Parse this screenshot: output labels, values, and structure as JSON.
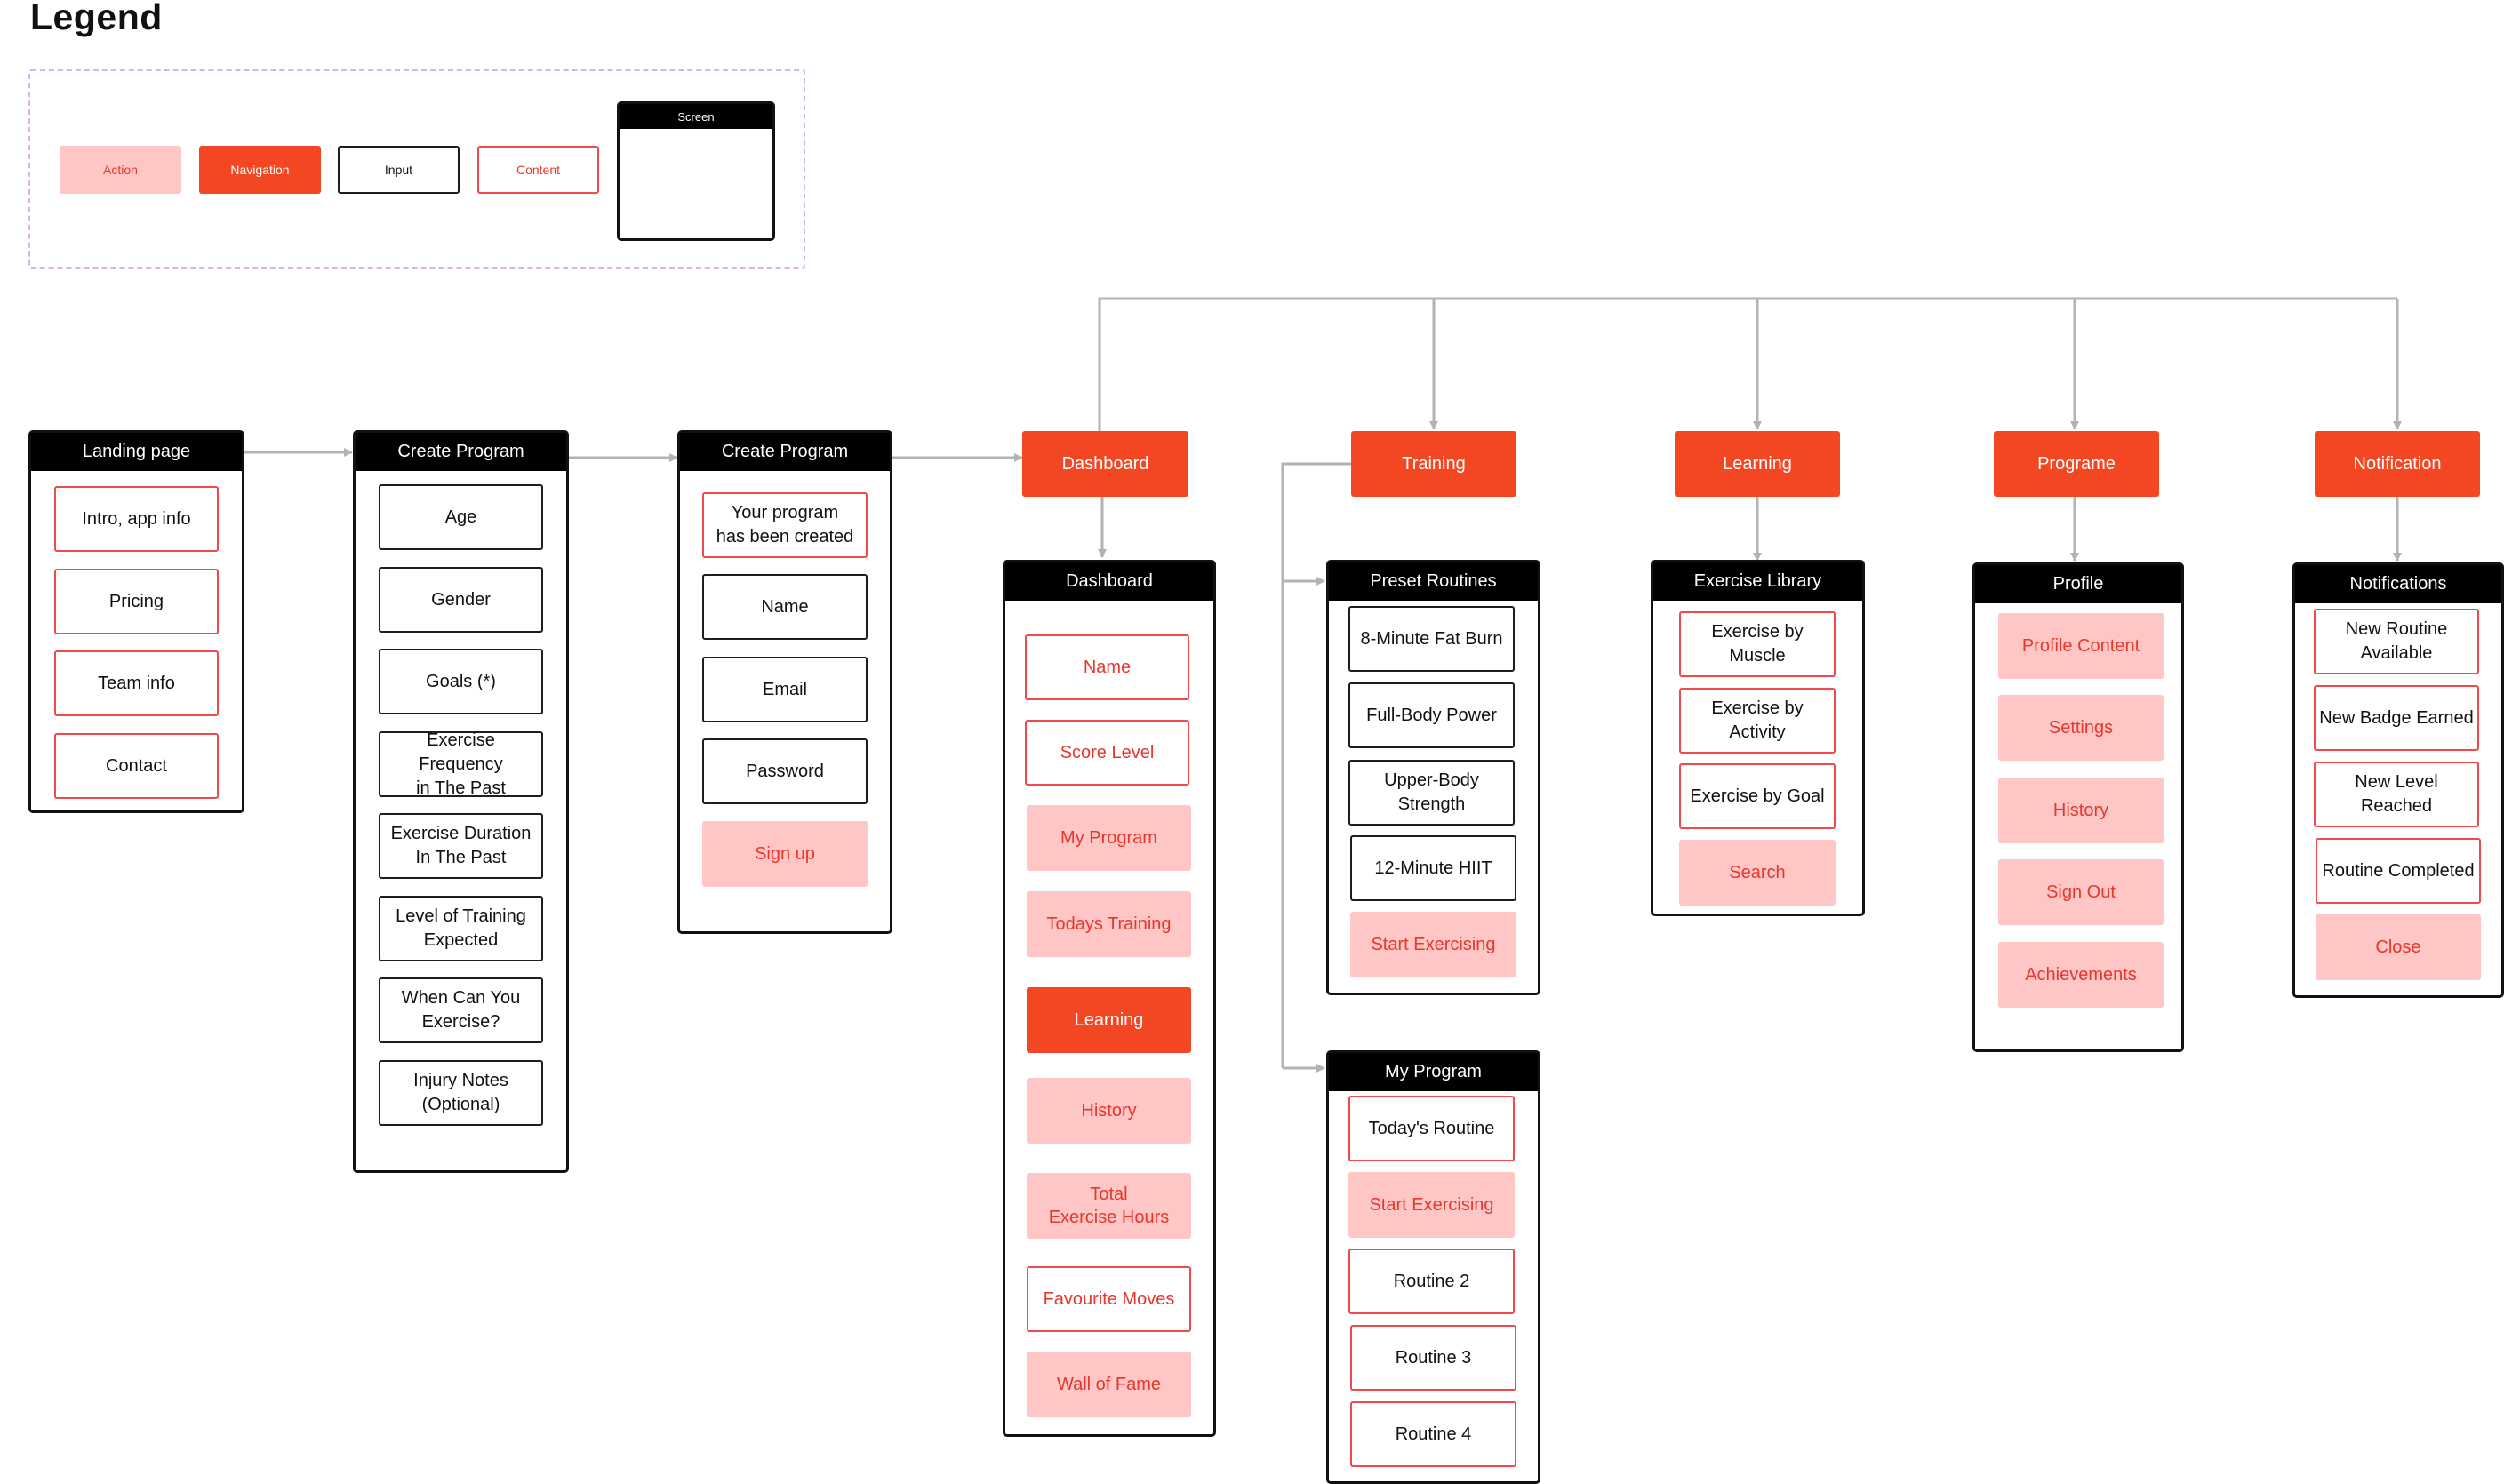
{
  "legend": {
    "title": "Legend",
    "action": "Action",
    "navigation": "Navigation",
    "input": "Input",
    "content": "Content",
    "screen": "Screen"
  },
  "landing": {
    "title": "Landing page",
    "items": [
      "Intro, app info",
      "Pricing",
      "Team info",
      "Contact"
    ]
  },
  "create1": {
    "title": "Create Program",
    "items": [
      "Age",
      "Gender",
      "Goals (*)",
      "Exercise Frequency\nin The Past",
      "Exercise Duration\nIn The Past",
      "Level of Training\nExpected",
      "When Can You\nExercise?",
      "Injury Notes\n(Optional)"
    ]
  },
  "create2": {
    "title": "Create Program",
    "confirmation": "Your program\nhas been created",
    "inputs": [
      "Name",
      "Email",
      "Password"
    ],
    "signup": "Sign up"
  },
  "nav": {
    "dashboard": "Dashboard",
    "training": "Training",
    "learning": "Learning",
    "programe": "Programe",
    "notification": "Notification"
  },
  "dashboard": {
    "title": "Dashboard",
    "name": "Name",
    "score": "Score Level",
    "my_program": "My Program",
    "todays_training": "Todays Training",
    "learning": "Learning",
    "history": "History",
    "total_hours": "Total\nExercise Hours",
    "favourite": "Favourite Moves",
    "wall": "Wall of Fame"
  },
  "preset": {
    "title": "Preset Routines",
    "items": [
      "8-Minute Fat Burn",
      "Full-Body Power",
      "Upper-Body\nStrength",
      "12-Minute HIIT"
    ],
    "start": "Start Exercising"
  },
  "myprogram": {
    "title": "My Program",
    "today": "Today's Routine",
    "start": "Start Exercising",
    "routines": [
      "Routine 2",
      "Routine 3",
      "Routine 4"
    ]
  },
  "library": {
    "title": "Exercise Library",
    "items": [
      "Exercise by Muscle",
      "Exercise by Activity",
      "Exercise by Goal"
    ],
    "search": "Search"
  },
  "profile": {
    "title": "Profile",
    "items": [
      "Profile Content",
      "Settings",
      "History",
      "Sign Out",
      "Achievements"
    ]
  },
  "notifications": {
    "title": "Notifications",
    "items": [
      "New Routine\nAvailable",
      "New Badge Earned",
      "New Level Reached",
      "Routine Completed"
    ],
    "close": "Close"
  },
  "colors": {
    "action_bg": "#ffc6c6",
    "action_text": "#e8362c",
    "navigation": "#f24722",
    "content_border": "#f0494e",
    "input_border": "#1e1e1e",
    "connector": "#b3b3b3"
  }
}
